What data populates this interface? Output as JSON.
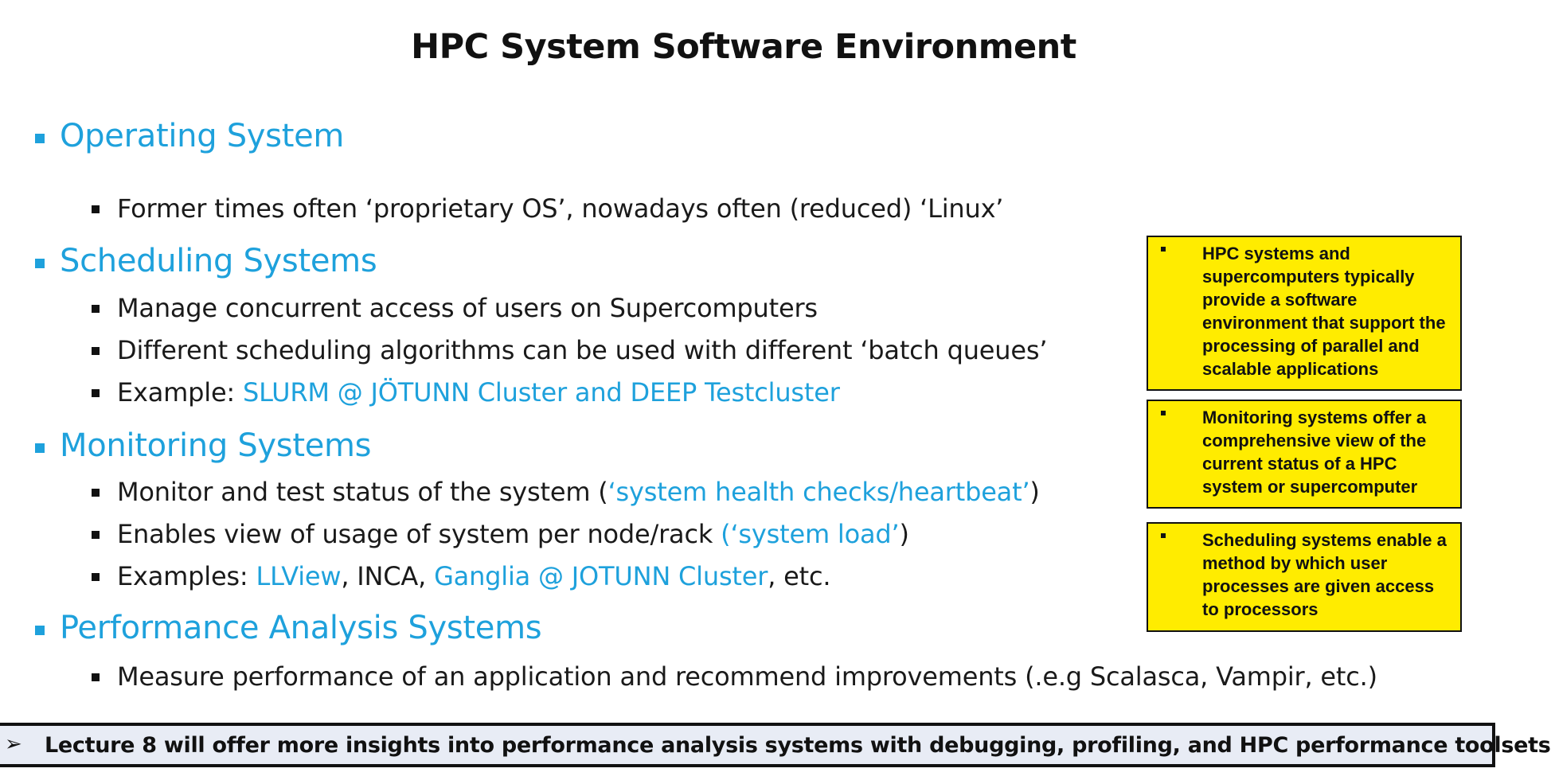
{
  "slide": {
    "title": "HPC System Software Environment",
    "sections": [
      {
        "heading": "Operating System",
        "items": [
          {
            "text": "Former times often ‘proprietary OS’, nowadays often (reduced) ‘Linux’"
          }
        ]
      },
      {
        "heading": "Scheduling Systems",
        "items": [
          {
            "text": "Manage concurrent access of users on Supercomputers"
          },
          {
            "text": "Different scheduling algorithms can be used with different ‘batch queues’"
          },
          {
            "prefix": "Example: ",
            "link": "SLURM @ JÖTUNN Cluster and DEEP Testcluster"
          }
        ]
      },
      {
        "heading": "Monitoring Systems",
        "items": [
          {
            "prefix": "Monitor and test status of the system (",
            "link": "‘system health checks/heartbeat’",
            "suffix": ")"
          },
          {
            "prefix": "Enables view of usage of system per node/rack ",
            "link": "(‘system load’",
            "suffix": ")"
          },
          {
            "prefix": "Examples: ",
            "link": "LLView",
            "mid": ", INCA, ",
            "link2": "Ganglia @ JOTUNN Cluster",
            "suffix": ", etc."
          }
        ]
      },
      {
        "heading": "Performance Analysis Systems",
        "items": [
          {
            "text": "Measure performance of an application and recommend improvements (.e.g Scalasca, Vampir, etc.)"
          }
        ]
      }
    ],
    "notes": [
      "HPC systems and supercomputers typically provide a software environment that support the processing of parallel and scalable applications",
      "Monitoring systems offer a comprehensive view of the current status of a HPC system  or supercomputer",
      "Scheduling systems enable a method by which user processes are given access to processors"
    ],
    "footer": {
      "arrow": "➢",
      "text": "Lecture 8 will offer more insights into performance analysis systems with debugging, profiling, and HPC performance toolsets"
    }
  },
  "colors": {
    "accent": "#1ea1dc",
    "note_background": "#ffec00",
    "footer_background": "#e8ecf5"
  }
}
